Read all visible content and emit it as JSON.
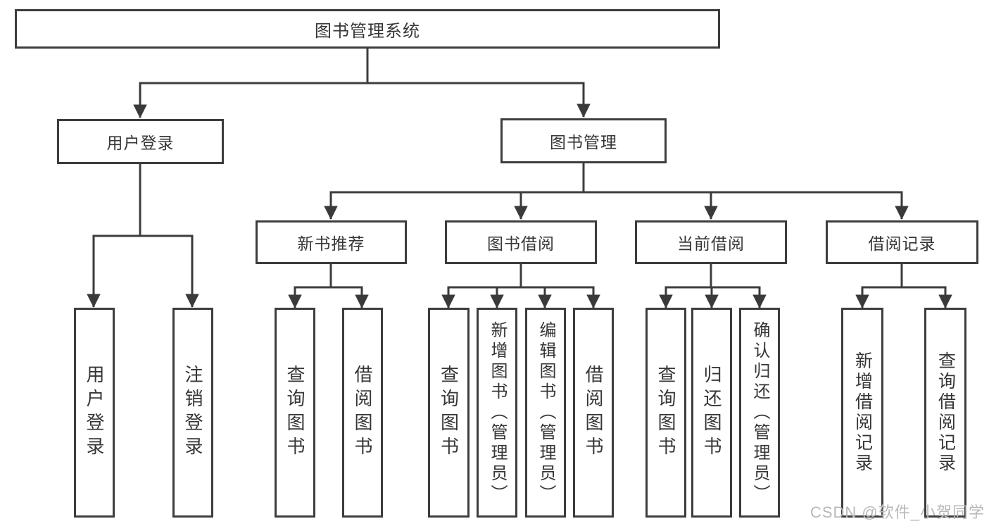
{
  "tree": {
    "label": "图书管理系统",
    "children": [
      {
        "label": "用户登录",
        "children": [
          {
            "label": "用户登录"
          },
          {
            "label": "注销登录"
          }
        ]
      },
      {
        "label": "图书管理",
        "children": [
          {
            "label": "新书推荐",
            "children": [
              {
                "label": "查询图书"
              },
              {
                "label": "借阅图书"
              }
            ]
          },
          {
            "label": "图书借阅",
            "children": [
              {
                "label": "查询图书"
              },
              {
                "label": "新增图书（管理员）"
              },
              {
                "label": "编辑图书（管理员）"
              },
              {
                "label": "借阅图书"
              }
            ]
          },
          {
            "label": "当前借阅",
            "children": [
              {
                "label": "查询图书"
              },
              {
                "label": "归还图书"
              },
              {
                "label": "确认归还（管理员）"
              }
            ]
          },
          {
            "label": "借阅记录",
            "children": [
              {
                "label": "新增借阅记录"
              },
              {
                "label": "查询借阅记录"
              }
            ]
          }
        ]
      }
    ]
  },
  "watermark": {
    "text": "CSDN @软件_小贺同学"
  },
  "colors": {
    "line": "#3d3d3d",
    "text": "#363636",
    "box_background": "#ffffff",
    "page_background": "#ffffff",
    "watermark": "#b8b8b8"
  }
}
